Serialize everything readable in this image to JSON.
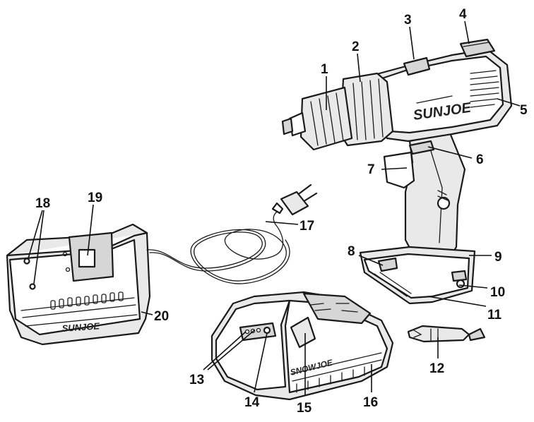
{
  "callouts": [
    {
      "id": "1",
      "label": "1"
    },
    {
      "id": "2",
      "label": "2"
    },
    {
      "id": "3",
      "label": "3"
    },
    {
      "id": "4",
      "label": "4"
    },
    {
      "id": "5",
      "label": "5"
    },
    {
      "id": "6",
      "label": "6"
    },
    {
      "id": "7",
      "label": "7"
    },
    {
      "id": "8",
      "label": "8"
    },
    {
      "id": "9",
      "label": "9"
    },
    {
      "id": "10",
      "label": "10"
    },
    {
      "id": "11",
      "label": "11"
    },
    {
      "id": "12",
      "label": "12"
    },
    {
      "id": "13",
      "label": "13"
    },
    {
      "id": "14",
      "label": "14"
    },
    {
      "id": "15",
      "label": "15"
    },
    {
      "id": "16",
      "label": "16"
    },
    {
      "id": "17",
      "label": "17"
    },
    {
      "id": "18",
      "label": "18"
    },
    {
      "id": "19",
      "label": "19"
    },
    {
      "id": "20",
      "label": "20"
    }
  ],
  "brands": {
    "drill": "SUNJOE",
    "charger": "SUNJOE",
    "battery": "SNOWJOE"
  }
}
